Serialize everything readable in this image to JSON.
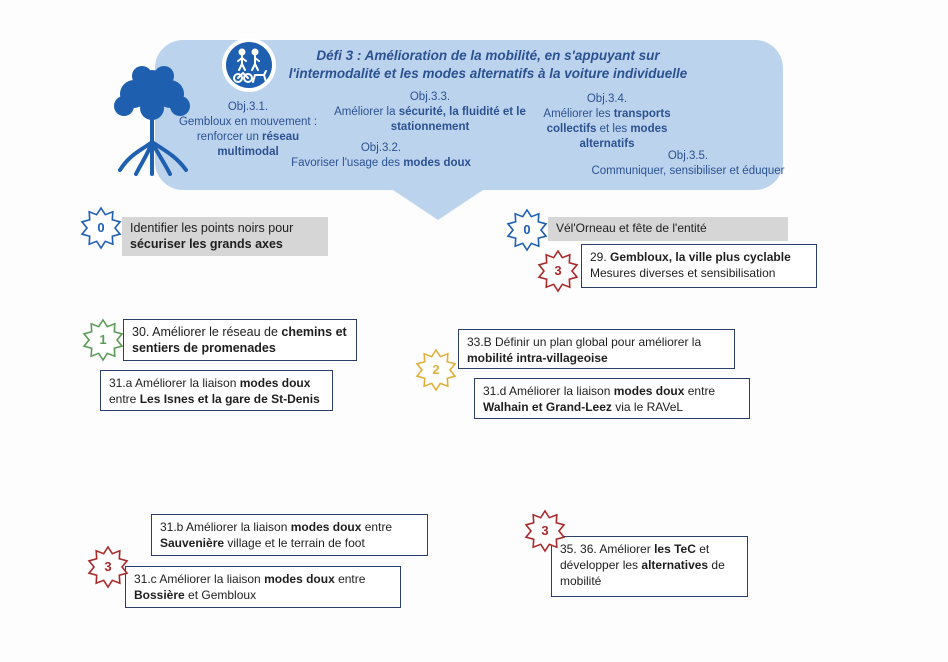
{
  "header": {
    "defi_line1": "Défi 3 : Amélioration de la mobilité, en s'appuyant sur",
    "defi_line2": "l'intermodalité et les modes alternatifs à la voiture individuelle",
    "obj31": {
      "code": "Obj.3.1.",
      "l1": "Gembloux en mouvement :",
      "l2a": "renforcer un ",
      "l2b": "réseau",
      "l3": "multimodal"
    },
    "obj32": {
      "code": "Obj.3.2.",
      "a": "Favoriser l'usage des ",
      "b": "modes doux"
    },
    "obj33": {
      "code": "Obj.3.3.",
      "a": "Améliorer la ",
      "b": "sécurité, la fluidité et le",
      "c": "stationnement"
    },
    "obj34": {
      "code": "Obj.3.4.",
      "a": "Améliorer les ",
      "b": "transports",
      "c": "collectifs",
      "d": " et les ",
      "e": "modes",
      "f": "alternatifs"
    },
    "obj35": {
      "code": "Obj.3.5.",
      "a": "Communiquer, sensibiliser et éduquer"
    }
  },
  "items": {
    "p0_left": {
      "level": "0",
      "a": "Identifier les points noirs pour",
      "b": "sécuriser les grands axes"
    },
    "p0_right": {
      "level": "0",
      "a": "Vél'Orneau et fête de l'entité"
    },
    "p29": {
      "level": "3",
      "num": "29. ",
      "b": "Gembloux, la ville plus cyclable",
      "c": "Mesures diverses et sensibilisation"
    },
    "p30": {
      "level": "1",
      "a": "30. Améliorer le réseau de ",
      "b": "chemins et",
      "c": "sentiers de promenades"
    },
    "p31a": {
      "a": "31.a Améliorer la liaison ",
      "b": "modes doux",
      "c": "entre ",
      "d": "Les Isnes et la gare de St-Denis"
    },
    "p33b": {
      "level": "2",
      "a": "33.B Définir un plan global pour améliorer la",
      "b": "mobilité intra-villageoise"
    },
    "p31d": {
      "a": "31.d Améliorer la liaison ",
      "b": "modes doux",
      "c": " entre",
      "d": "Walhain et Grand-Leez",
      "e": " via le RAVeL"
    },
    "p31b": {
      "a": "31.b Améliorer la liaison ",
      "b": "modes doux",
      "c": " entre",
      "d": "Sauvenière",
      "e": " village et le terrain de foot"
    },
    "p31c": {
      "level": "3",
      "a": "31.c Améliorer la liaison ",
      "b": "modes doux",
      "c": " entre",
      "d": "Bossière",
      "e": " et Gembloux"
    },
    "p35": {
      "level": "3",
      "a": "35. 36. Améliorer ",
      "b": "les TeC",
      "c": " et",
      "d": "développer les ",
      "e": "alternatives",
      "f": " de",
      "g": "mobilité"
    }
  },
  "colors": {
    "banner": "#bcd3ee",
    "header_text": "#2b5290",
    "level0": "#1f5fb0",
    "level1": "#5f9a5a",
    "level2": "#e0b13a",
    "level3": "#a82a2a",
    "box_border": "#2c3f6b"
  },
  "icons": {
    "tree": "tree-icon",
    "badge": "pedestrian-cyclist-horse-sign-icon",
    "star": "star-burst-icon"
  }
}
